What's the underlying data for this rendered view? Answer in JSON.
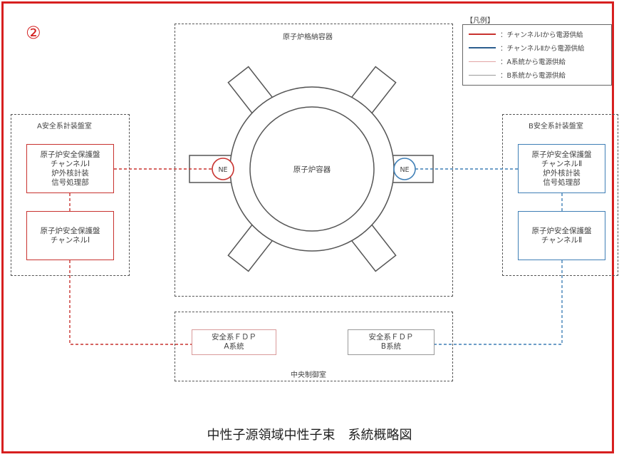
{
  "badge": "②",
  "legend": {
    "title": "【凡例】",
    "items": [
      {
        "label": "：チャンネルⅠから電源供給",
        "color": "#c8322f",
        "width": 2.2
      },
      {
        "label": "：チャンネルⅡから電源供給",
        "color": "#2c5e8f",
        "width": 2.2
      },
      {
        "label": "：A系統から電源供給",
        "color": "#e3a5a5",
        "width": 1.4
      },
      {
        "label": "：B系統から電源供給",
        "color": "#9a9a9a",
        "width": 1.4
      }
    ]
  },
  "containment": {
    "label": "原子炉格納容器"
  },
  "vessel": {
    "label": "原子炉容器"
  },
  "detectors": {
    "left": "NE",
    "right": "NE"
  },
  "panel_a": {
    "label": "A安全系計装盤室",
    "signal_box": "原子炉安全保護盤\nチャンネルⅠ\n炉外核計装\n信号処理部",
    "protection_box": "原子炉安全保護盤\nチャンネルⅠ"
  },
  "panel_b": {
    "label": "B安全系計装盤室",
    "signal_box": "原子炉安全保護盤\nチャンネルⅡ\n炉外核計装\n信号処理部",
    "protection_box": "原子炉安全保護盤\nチャンネルⅡ"
  },
  "control_room": {
    "label": "中央制御室",
    "fdp_a": "安全系ＦＤＰ\nA系統",
    "fdp_b": "安全系ＦＤＰ\nB系統"
  },
  "footer_title": "中性子源領域中性子束　系統概略図",
  "colors": {
    "frame": "#d71f1f",
    "channel1": "#c8322f",
    "channel2": "#3f7fb6"
  }
}
